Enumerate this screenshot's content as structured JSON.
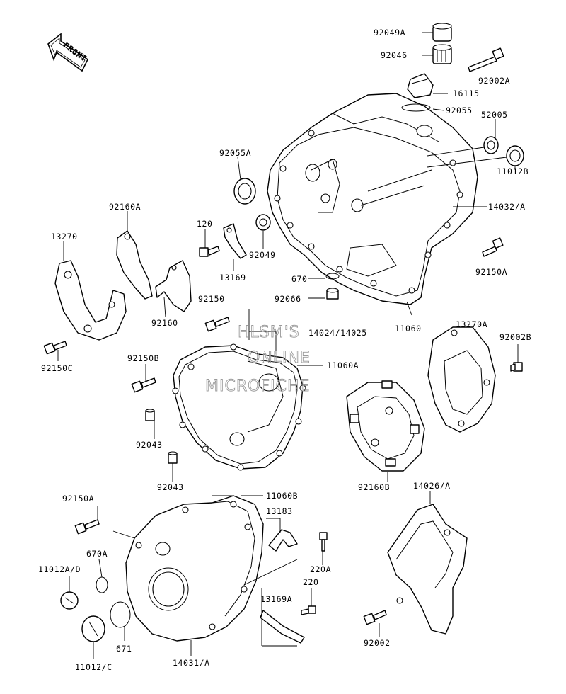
{
  "front_badge": "FRONT",
  "watermark": [
    "HLSM'S",
    "ONLINE",
    "MICROFICHE"
  ],
  "labels": [
    {
      "id": "92049A",
      "text": "92049A"
    },
    {
      "id": "92046",
      "text": "92046"
    },
    {
      "id": "92002A",
      "text": "92002A"
    },
    {
      "id": "16115",
      "text": "16115"
    },
    {
      "id": "92055",
      "text": "92055"
    },
    {
      "id": "52005",
      "text": "52005"
    },
    {
      "id": "92055A",
      "text": "92055A"
    },
    {
      "id": "11012B",
      "text": "11012B"
    },
    {
      "id": "14032A",
      "text": "14032/A"
    },
    {
      "id": "92160A",
      "text": "92160A"
    },
    {
      "id": "13270",
      "text": "13270"
    },
    {
      "id": "120",
      "text": "120"
    },
    {
      "id": "13169",
      "text": "13169"
    },
    {
      "id": "92049",
      "text": "92049"
    },
    {
      "id": "92150A_top",
      "text": "92150A"
    },
    {
      "id": "670",
      "text": "670"
    },
    {
      "id": "92066",
      "text": "92066"
    },
    {
      "id": "92160",
      "text": "92160"
    },
    {
      "id": "92150",
      "text": "92150"
    },
    {
      "id": "11060",
      "text": "11060"
    },
    {
      "id": "14024_14025",
      "text": "14024/14025"
    },
    {
      "id": "13270A",
      "text": "13270A"
    },
    {
      "id": "92002B",
      "text": "92002B"
    },
    {
      "id": "92150C",
      "text": "92150C"
    },
    {
      "id": "92150B",
      "text": "92150B"
    },
    {
      "id": "11060A",
      "text": "11060A"
    },
    {
      "id": "92043_a",
      "text": "92043"
    },
    {
      "id": "92043_b",
      "text": "92043"
    },
    {
      "id": "92160B",
      "text": "92160B"
    },
    {
      "id": "92150A_bot",
      "text": "92150A"
    },
    {
      "id": "11060B",
      "text": "11060B"
    },
    {
      "id": "14026A",
      "text": "14026/A"
    },
    {
      "id": "13183",
      "text": "13183"
    },
    {
      "id": "670A",
      "text": "670A"
    },
    {
      "id": "220A",
      "text": "220A"
    },
    {
      "id": "11012AD",
      "text": "11012A/D"
    },
    {
      "id": "220",
      "text": "220"
    },
    {
      "id": "13169A",
      "text": "13169A"
    },
    {
      "id": "671",
      "text": "671"
    },
    {
      "id": "92002",
      "text": "92002"
    },
    {
      "id": "11012C",
      "text": "11012/C"
    },
    {
      "id": "14031A",
      "text": "14031/A"
    }
  ]
}
